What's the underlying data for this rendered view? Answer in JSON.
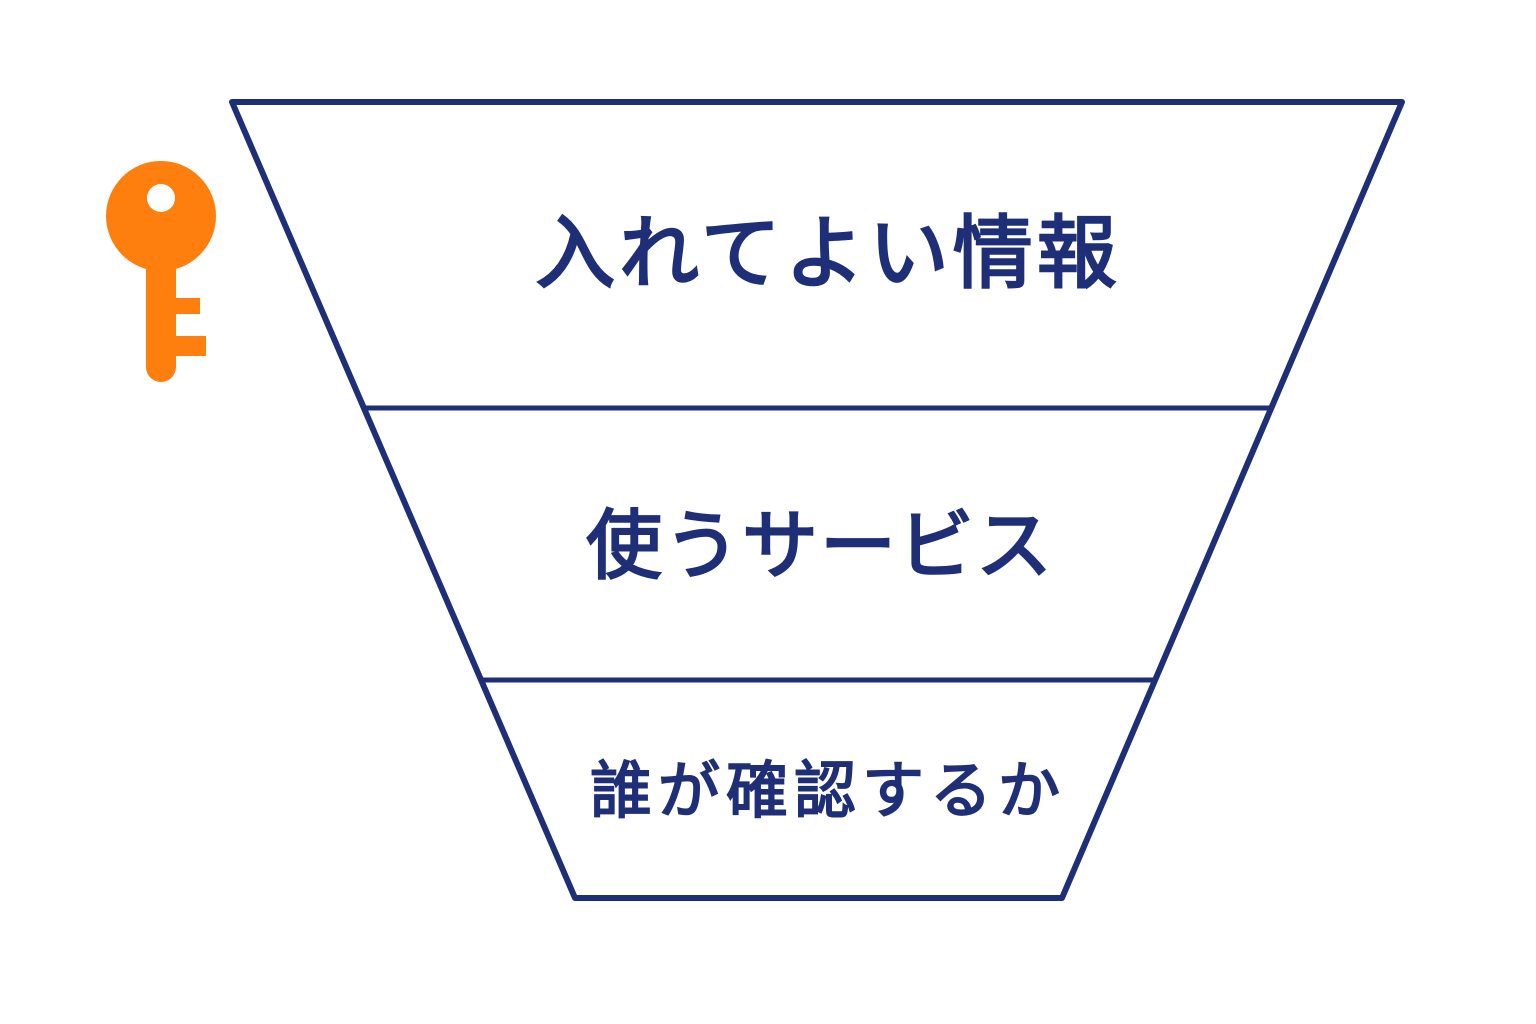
{
  "funnel": {
    "levels": [
      {
        "label": "入れてよい情報"
      },
      {
        "label": "使うサービス"
      },
      {
        "label": "誰が確認するか"
      }
    ]
  },
  "icons": {
    "key": "key-icon"
  },
  "colors": {
    "outline": "#1e2f78",
    "text": "#1e2f78",
    "key": "#ff7f0e",
    "background": "#ffffff"
  }
}
